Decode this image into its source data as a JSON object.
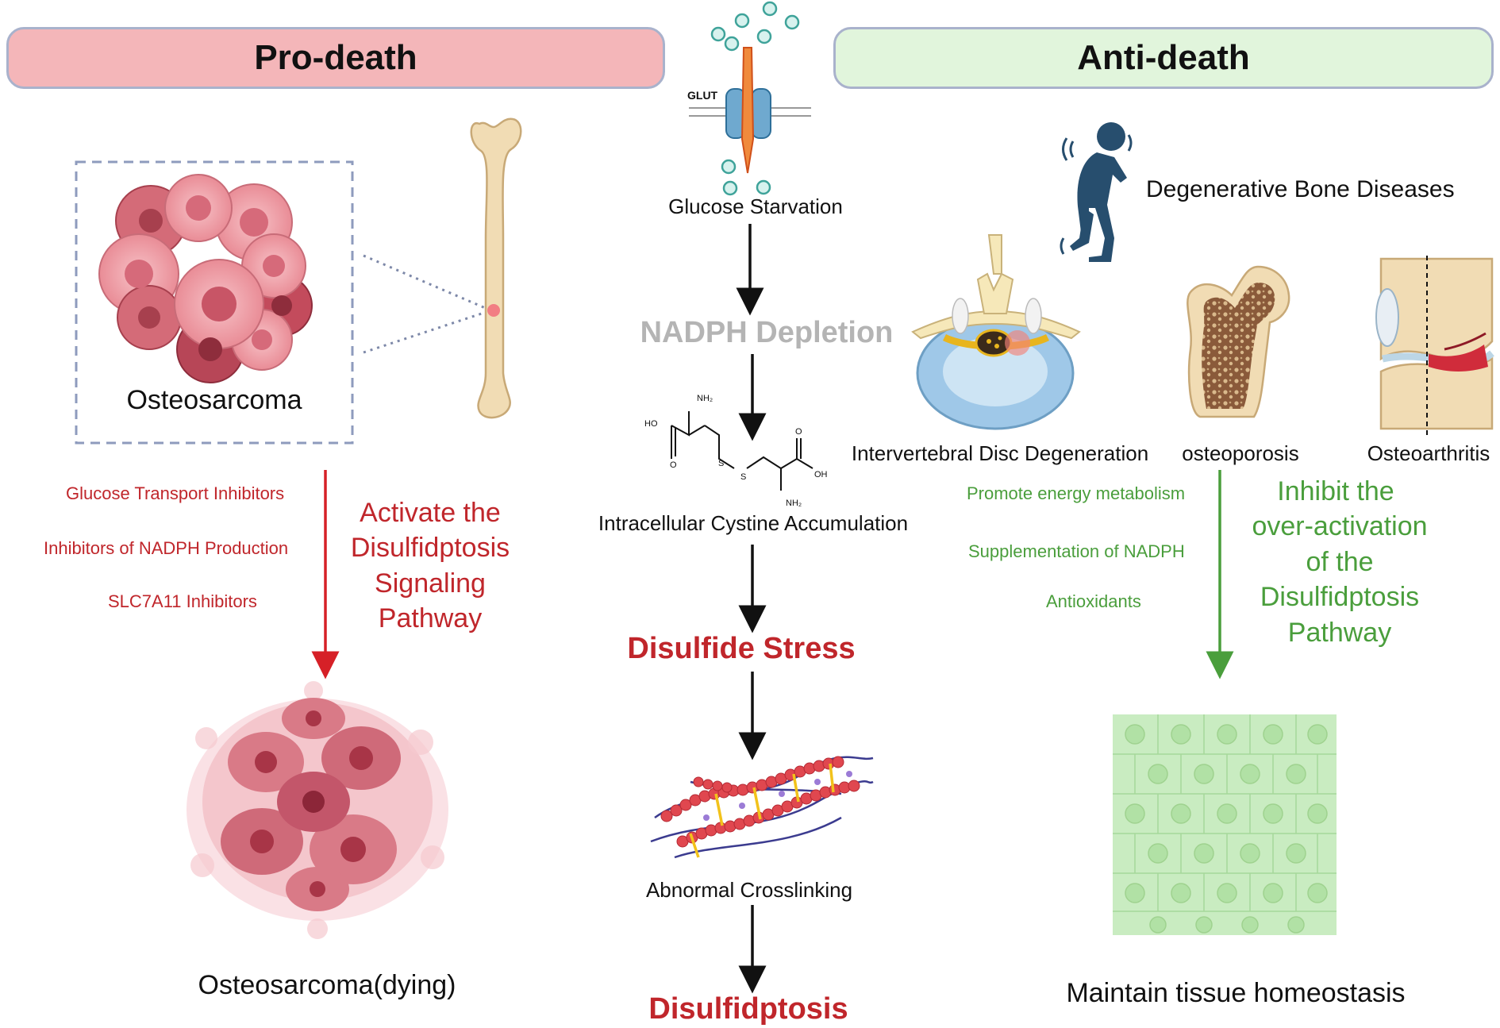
{
  "banners": {
    "pro": "Pro-death",
    "anti": "Anti-death"
  },
  "center": {
    "glut": "GLUT",
    "glucose_starvation": "Glucose Starvation",
    "nadph_depletion": "NADPH Depletion",
    "cystine_accumulation": "Intracellular Cystine Accumulation",
    "disulfide_stress": "Disulfide Stress",
    "abnormal_crosslinking": "Abnormal Crosslinking",
    "disulfidptosis": "Disulfidptosis",
    "cystine_atoms": {
      "nh2_top": "NH₂",
      "ho": "HO",
      "o_left": "O",
      "s1": "S",
      "s2": "S",
      "o_right": "O",
      "oh": "OH",
      "nh2_bottom": "NH₂"
    }
  },
  "left": {
    "osteosarcoma": "Osteosarcoma",
    "inhibitors": [
      "Glucose Transport Inhibitors",
      "Inhibitors of NADPH Production",
      "SLC7A11 Inhibitors"
    ],
    "activate_lines": [
      "Activate the",
      "Disulfidptosis",
      "Signaling",
      "Pathway"
    ],
    "dying": "Osteosarcoma(dying)"
  },
  "right": {
    "degenerative": "Degenerative Bone Diseases",
    "diseases": [
      "Intervertebral Disc Degeneration",
      "osteoporosis",
      "Osteoarthritis"
    ],
    "treatments": [
      "Promote energy metabolism",
      "Supplementation of NADPH",
      "Antioxidants"
    ],
    "inhibit_lines": [
      "Inhibit the",
      "over-activation",
      "of the",
      "Disulfidptosis",
      "Pathway"
    ],
    "homeostasis": "Maintain tissue homeostasis"
  },
  "colors": {
    "pro_banner": "#f4b6b9",
    "anti_banner": "#e1f5dc",
    "banner_border": "#a9b2cc",
    "red": "#c0262b",
    "green": "#4a9e3c",
    "gray": "#b4b4b4",
    "black": "#111111"
  }
}
